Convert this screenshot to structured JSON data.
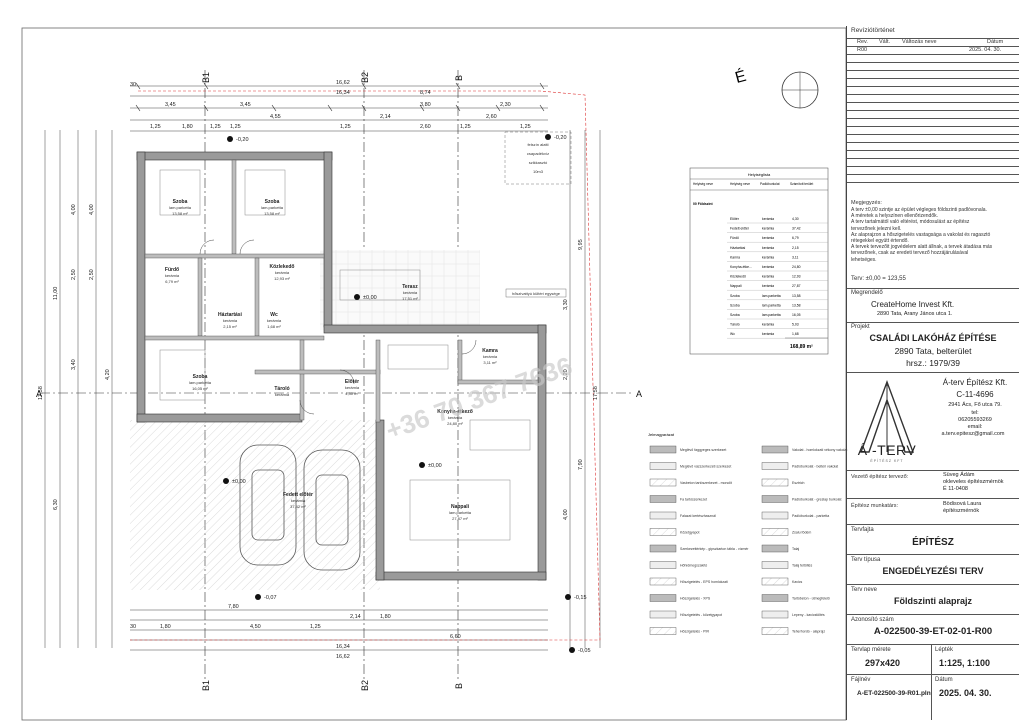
{
  "sheet": {
    "north_label": "É",
    "axis_labels": {
      "b1": "B1",
      "b2": "B2",
      "b": "B",
      "a": "A"
    },
    "rooms": [
      {
        "id": "szoba1",
        "name": "Szoba",
        "finish": "lam.parketta",
        "area": "13,58 m²"
      },
      {
        "id": "szoba2",
        "name": "Szoba",
        "finish": "lam.parketta",
        "area": "13,58 m²"
      },
      {
        "id": "furdo",
        "name": "Fürdő",
        "finish": "kerámia",
        "area": "6,79 m²"
      },
      {
        "id": "kozlekedo",
        "name": "Közlekedő",
        "finish": "kerámia",
        "area": "12,93 m²"
      },
      {
        "id": "haztartasi",
        "name": "Háztartási",
        "finish": "kerámia",
        "area": "2,15 m²"
      },
      {
        "id": "wc",
        "name": "Wc",
        "finish": "kerámia",
        "area": "1,68 m²"
      },
      {
        "id": "terasz",
        "name": "Terasz",
        "finish": "kerámia",
        "area": "17,51 m²"
      },
      {
        "id": "kamra",
        "name": "Kamra",
        "finish": "kerámia",
        "area": "3,11 m²"
      },
      {
        "id": "szoba3",
        "name": "Szoba",
        "finish": "lam.parketta",
        "area": "16,05 m²"
      },
      {
        "id": "tarolo",
        "name": "Tároló",
        "finish": "kerámia",
        "area": ""
      },
      {
        "id": "eloter",
        "name": "Előtér",
        "finish": "kerámia",
        "area": "4,30 m²"
      },
      {
        "id": "konyha",
        "name": "Konyha-étkező",
        "finish": "kerámia",
        "area": "24,80 m²"
      },
      {
        "id": "fedett",
        "name": "Fedett előtér",
        "finish": "kerámia",
        "area": "37,42 m²"
      },
      {
        "id": "nappali",
        "name": "Nappali",
        "finish": "lam.parketta",
        "area": "27,87 m²"
      }
    ],
    "top_dims": [
      "16,62",
      "16,34",
      "8,74",
      "3,45",
      "3,45",
      "3,80",
      "2,30",
      "4,55",
      "1,25",
      "1,80",
      "1,25",
      "1,25",
      "2,60",
      "1,25",
      "1,25",
      "2,14",
      "1,25",
      "2,60",
      "30"
    ],
    "bottom_dims": [
      "7,80",
      "4,50",
      "2,14",
      "1,80",
      "1,80",
      "1,25",
      "16,34",
      "16,62",
      "6,60",
      "30"
    ],
    "left_dims": [
      "17,58",
      "11,00",
      "6,30",
      "4,00",
      "4,00",
      "2,50",
      "2,50",
      "3,40",
      "4,20"
    ],
    "right_dims": [
      "17,58",
      "7,90",
      "9,95",
      "3,30",
      "4,00",
      "2,20"
    ],
    "level_marks": [
      "-0,20",
      "±0,00",
      "-0,20",
      "-0,15",
      "-0,05",
      "-0,07",
      "±0,00",
      "±0,00"
    ],
    "annotations": {
      "tank": [
        "felszín alatti",
        "csapadékvíz",
        "szikkasztó",
        "10m3"
      ],
      "box_note": "hőszivattyú kültéri egysége",
      "watermark": "+36 70 367 7636"
    },
    "room_table": {
      "title": "Helyiséglista",
      "headers": [
        "Helyiség neve",
        "Helyiség neve",
        "Padlóburkolat",
        "Számított terület"
      ],
      "section": "00 Földszint",
      "rows": [
        [
          "Előtér",
          "kerámia",
          "4,30"
        ],
        [
          "Fedett előtér",
          "kerámia",
          "37,42"
        ],
        [
          "Fürdő",
          "kerámia",
          "6,79"
        ],
        [
          "Háztartási",
          "kerámia",
          "2,15"
        ],
        [
          "Kamra",
          "kerámia",
          "3,11"
        ],
        [
          "Konyha-étke...",
          "kerámia",
          "24,80"
        ],
        [
          "Közlekedő",
          "kerámia",
          "12,93"
        ],
        [
          "Nappali",
          "kerámia",
          "27,87"
        ],
        [
          "Szoba",
          "lam.parketta",
          "13,58"
        ],
        [
          "Szoba",
          "lam.parketta",
          "13,58"
        ],
        [
          "Szoba",
          "lam.parketta",
          "16,05"
        ],
        [
          "Tároló",
          "kerámia",
          "5,03"
        ],
        [
          "Wc",
          "kerámia",
          "1,68"
        ]
      ],
      "total": "168,89 m²"
    },
    "legend": {
      "title": "Jelmagyarázat",
      "left": [
        "Meglévő faggyeges szerkezet",
        "Meglévő vázszerkezeti szerkezet",
        "Vasbeton tartószerkezet - monolit",
        "Fa tartószerkezet",
        "Falazat kertészhasznál",
        "Kőzetgyapot",
        "Szerkezettérkép - gipszkarton tábla - vízmér",
        "Hőhídmegszakító",
        "Hőszigetelés - EPS homlokzati",
        "Hőszigetelés - XPS",
        "Hőszigetelés - kőzetgyapot",
        "Hőszigetelés - PIR"
      ],
      "right": [
        "Vakolat - homlokzati vékony vakolat",
        "Padlóburkolat - beltéri vakolat",
        "Esztrich",
        "Padlóburkolat - greslap burkolat",
        "Padlóburkolat - parketta",
        "Zsalu födém",
        "Talaj",
        "Talaj feltöltés",
        "Kavics",
        "Tartóbeton - útmegfelelő",
        "Lepeny - kavicstöltés",
        "Teherhordó - alaprajz"
      ]
    }
  },
  "title_block": {
    "revisions_title": "Revíziótörténet",
    "rev_headers": [
      "Rev.",
      "Vált.",
      "Változás neve",
      "Dátum"
    ],
    "rev_row": [
      "R00",
      "",
      "",
      "2025. 04. 30."
    ],
    "notes_title": "Megjegyzés:",
    "notes": [
      "A terv ±0,00 szintje az épület végleges földszinti padlóvonala.",
      "A méretek a helyszínen ellenőrizendők.",
      "A terv tartalmától való eltérést, módosulást az építész",
      "tervezőnek jelezni kell.",
      "Az alaprajzon a hőszigetelés vastagsága a vakolat és ragasztó",
      "rétegekkel együtt értendő.",
      "A tervek tervezőit jogvédelem alatt állnak, a tervek átadása más",
      "tervezőnek, csak az eredeti tervező hozzájárulásával",
      "lehetséges."
    ],
    "terv_level": "Terv: ±0,00 = 123,55",
    "client_label": "Megrendelő",
    "client_name": "CreateHome Invest Kft.",
    "client_addr": "2890 Tata, Arany János utca 1.",
    "project_label": "Projekt",
    "project_name": "CSALÁDI LAKÓHÁZ ÉPÍTÉSE",
    "project_loc": "2890 Tata, belterület",
    "project_hrsz": "hrsz.: 1979/39",
    "firm_name": "Á-terv Építész Kft.",
    "firm_code": "C-11-4696",
    "firm_addr": "2941 Ács, Fő utca 79.",
    "firm_tel_label": "tel:",
    "firm_tel": "06205593269",
    "firm_email_label": "email:",
    "firm_email": "a.terv.epitesz@gmail.com",
    "logo_text": "Á -TERV",
    "logo_sub": "ÉPÍTÉSZ  KFT",
    "lead_label": "Vezető építész tervező:",
    "lead_name": "Süveg Ádám",
    "lead_title": "okleveles építészmérnök",
    "lead_code": "É 11-0408",
    "staff_label": "Építész munkatárs:",
    "staff_name": "Bödisová Laura",
    "staff_title": "építészmérnök",
    "discipline_label": "Tervfajta",
    "discipline": "ÉPÍTÉSZ",
    "type_label": "Terv típusa",
    "type": "ENGEDÉLYEZÉSI TERV",
    "name_label": "Terv neve",
    "name": "Földszinti alaprajz",
    "id_label": "Azonosító szám",
    "id": "A-022500-39-ET-02-01-R00",
    "size_label": "Tervlap mérete",
    "size": "297x420",
    "scale_label": "Lépték",
    "scale": "1:125, 1:100",
    "file_label": "Fájlnév",
    "file": "A-ET-022500-39-R01.pln",
    "date_label": "Dátum",
    "date": "2025. 04. 30."
  }
}
